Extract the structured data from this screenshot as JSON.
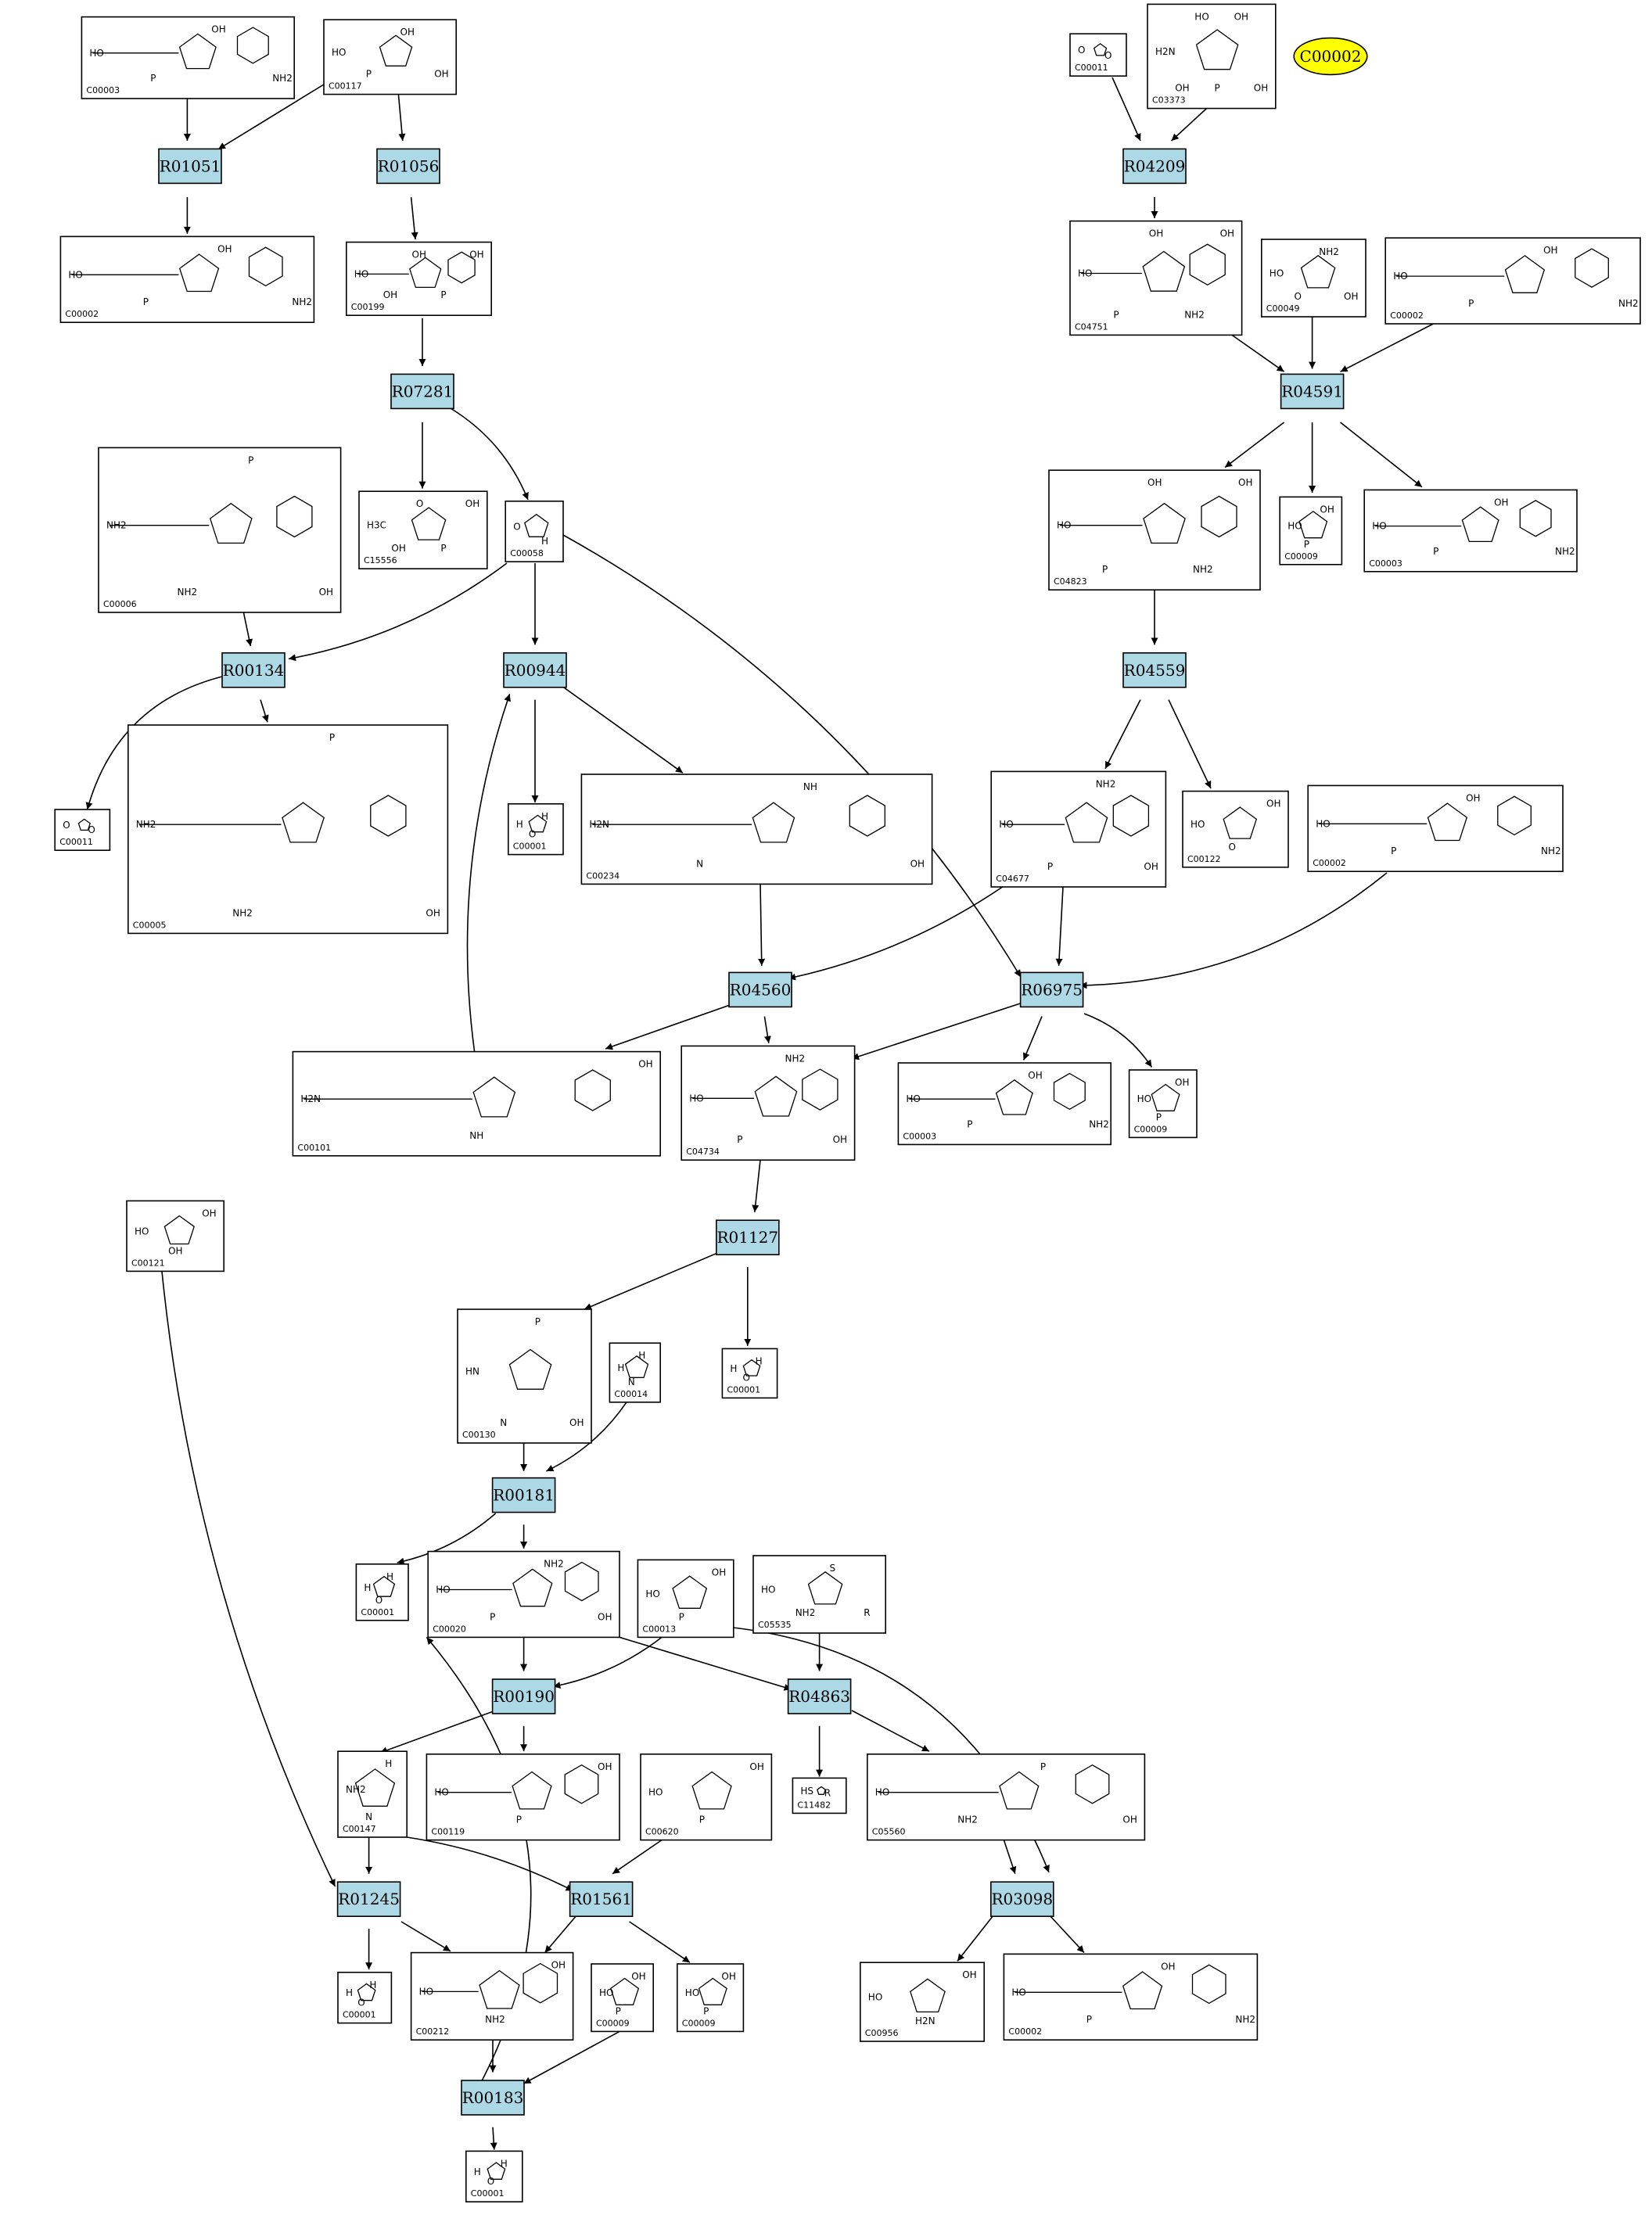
{
  "colors": {
    "reaction_fill": "#add8e6",
    "highlight_fill": "#ffff00",
    "edge": "#000000",
    "compound_fill": "#ffffff"
  },
  "highlighted_compound": "C00002",
  "reactions": [
    "R01051",
    "R01056",
    "R04209",
    "R07281",
    "R04591",
    "R00134",
    "R00944",
    "R04559",
    "R04560",
    "R06975",
    "R01127",
    "R00181",
    "R00190",
    "R04863",
    "R01245",
    "R01561",
    "R03098",
    "R00183"
  ],
  "compounds": [
    {
      "id": "C00003",
      "atoms": [
        "HO",
        "P",
        "OH",
        "NH2"
      ]
    },
    {
      "id": "C00117",
      "atoms": [
        "HO",
        "P",
        "OH",
        "OH"
      ]
    },
    {
      "id": "C00011",
      "atoms": [
        "O",
        "O"
      ]
    },
    {
      "id": "C03373",
      "atoms": [
        "H2N",
        "OH",
        "HO",
        "P",
        "OH",
        "OH"
      ]
    },
    {
      "id": "C00002",
      "atoms": [
        "HO",
        "P",
        "OH",
        "NH2"
      ]
    },
    {
      "id": "C00199",
      "atoms": [
        "HO",
        "OH",
        "OH",
        "P",
        "OH"
      ]
    },
    {
      "id": "C04751",
      "atoms": [
        "HO",
        "P",
        "OH",
        "NH2",
        "OH"
      ]
    },
    {
      "id": "C00049",
      "atoms": [
        "HO",
        "O",
        "NH2",
        "OH"
      ]
    },
    {
      "id": "C00006",
      "atoms": [
        "NH2",
        "NH2",
        "P",
        "OH"
      ]
    },
    {
      "id": "C15556",
      "atoms": [
        "H3C",
        "OH",
        "O",
        "P",
        "OH"
      ]
    },
    {
      "id": "C00058",
      "atoms": [
        "O",
        "H"
      ]
    },
    {
      "id": "C04823",
      "atoms": [
        "HO",
        "P",
        "OH",
        "NH2",
        "OH"
      ]
    },
    {
      "id": "C00009",
      "atoms": [
        "HO",
        "P",
        "OH"
      ]
    },
    {
      "id": "C00005",
      "atoms": [
        "NH2",
        "NH2",
        "P",
        "OH"
      ]
    },
    {
      "id": "C00001",
      "atoms": [
        "H",
        "O",
        "H"
      ]
    },
    {
      "id": "C00234",
      "atoms": [
        "H2N",
        "N",
        "NH",
        "OH"
      ]
    },
    {
      "id": "C04677",
      "atoms": [
        "HO",
        "P",
        "NH2",
        "OH"
      ]
    },
    {
      "id": "C00122",
      "atoms": [
        "HO",
        "O",
        "OH"
      ]
    },
    {
      "id": "C00101",
      "atoms": [
        "H2N",
        "NH",
        "OH"
      ]
    },
    {
      "id": "C04734",
      "atoms": [
        "HO",
        "P",
        "NH2",
        "OH"
      ]
    },
    {
      "id": "C00121",
      "atoms": [
        "HO",
        "OH",
        "OH"
      ]
    },
    {
      "id": "C00130",
      "atoms": [
        "HN",
        "N",
        "P",
        "OH"
      ]
    },
    {
      "id": "C00014",
      "atoms": [
        "H",
        "N",
        "H"
      ]
    },
    {
      "id": "C00020",
      "atoms": [
        "HO",
        "P",
        "NH2",
        "OH"
      ]
    },
    {
      "id": "C00013",
      "atoms": [
        "HO",
        "P",
        "OH"
      ]
    },
    {
      "id": "C05535",
      "atoms": [
        "HO",
        "NH2",
        "S",
        "R"
      ]
    },
    {
      "id": "C00147",
      "atoms": [
        "NH2",
        "N",
        "H"
      ]
    },
    {
      "id": "C00119",
      "atoms": [
        "HO",
        "P",
        "OH"
      ]
    },
    {
      "id": "C00620",
      "atoms": [
        "HO",
        "P",
        "OH"
      ]
    },
    {
      "id": "C11482",
      "atoms": [
        "HS",
        "R"
      ]
    },
    {
      "id": "C05560",
      "atoms": [
        "HO",
        "NH2",
        "P",
        "OH"
      ]
    },
    {
      "id": "C00212",
      "atoms": [
        "HO",
        "NH2",
        "OH"
      ]
    },
    {
      "id": "C00956",
      "atoms": [
        "HO",
        "H2N",
        "OH"
      ]
    }
  ]
}
